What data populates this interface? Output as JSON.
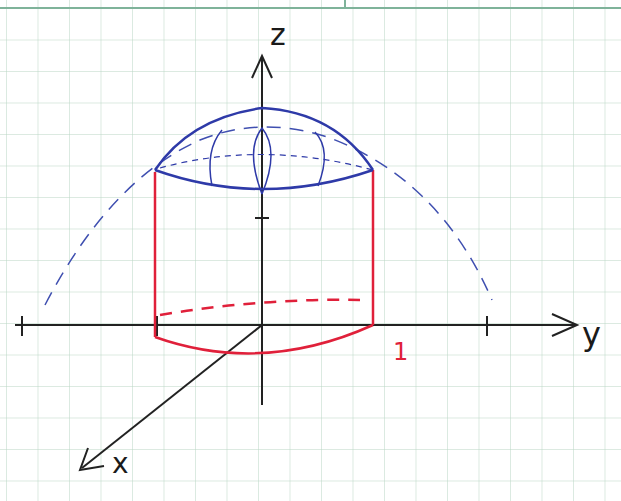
{
  "diagram": {
    "labels": [
      "z",
      "y",
      "x",
      "1"
    ]
  }
}
